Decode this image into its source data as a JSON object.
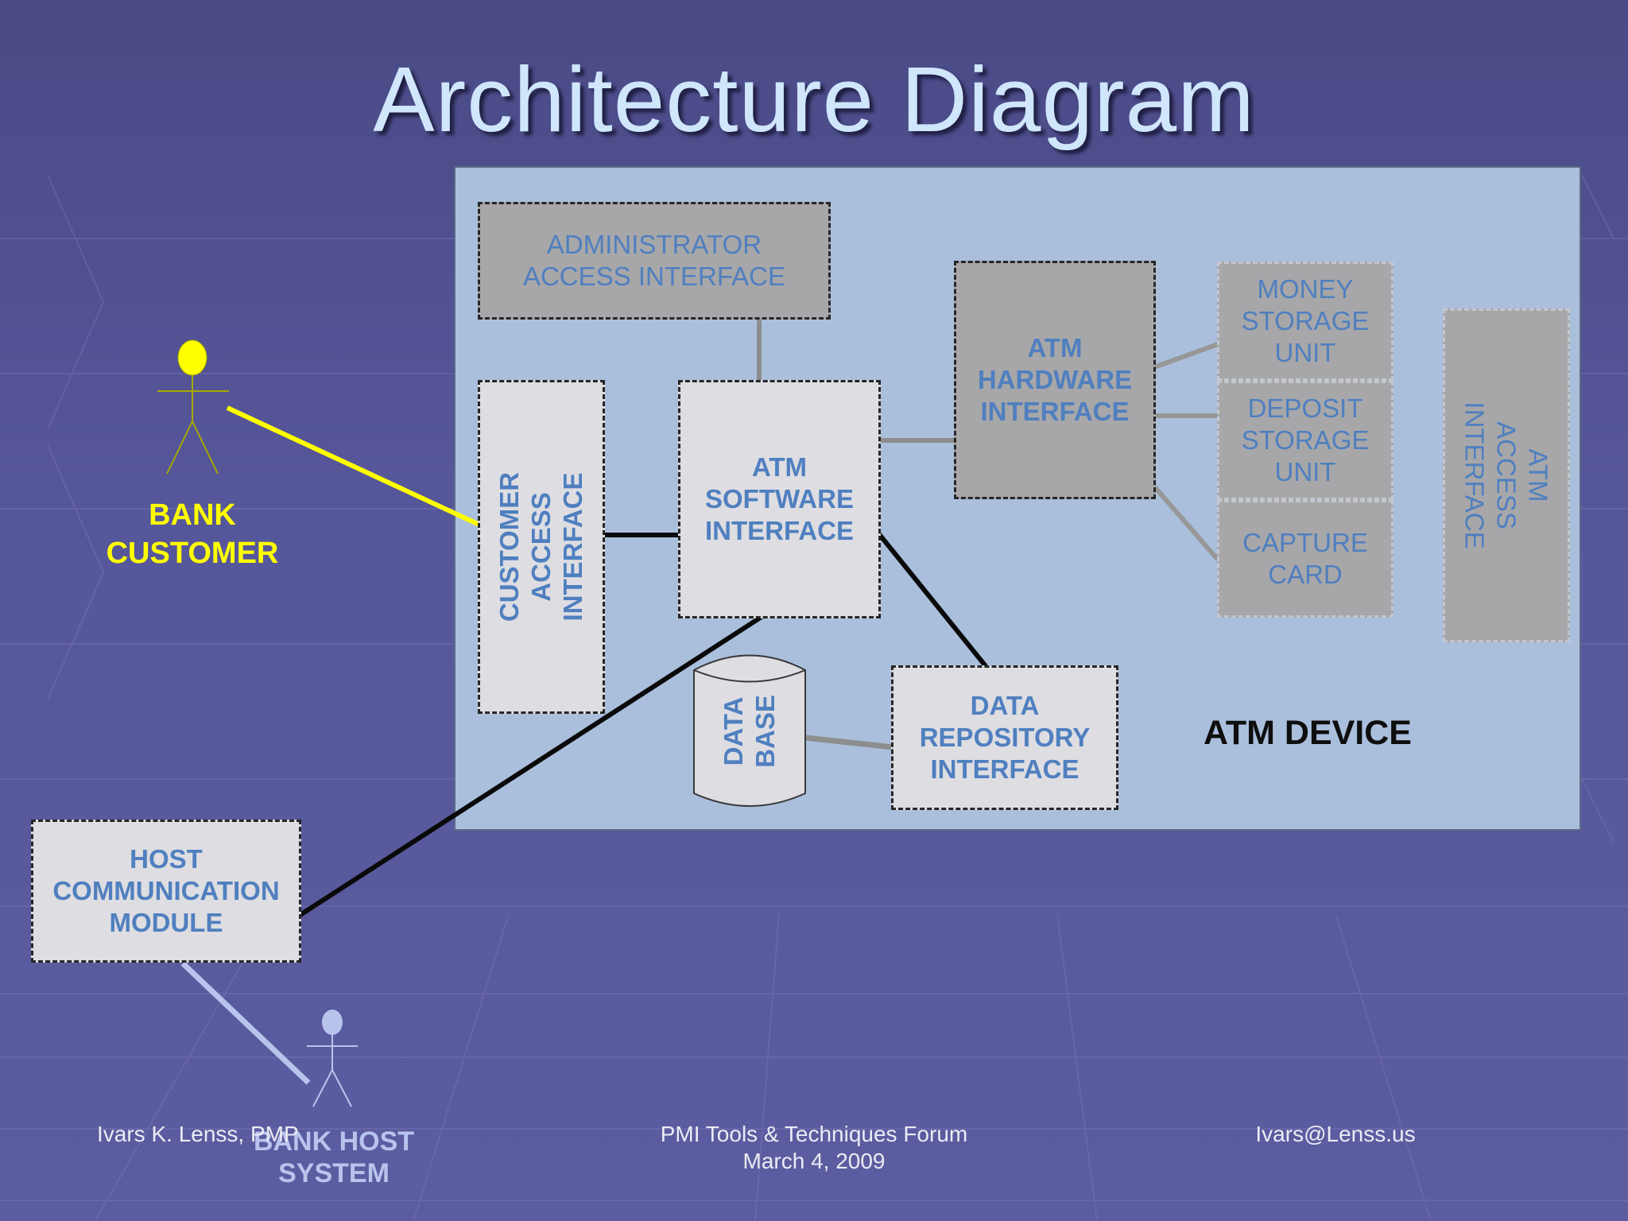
{
  "title": "Architecture Diagram",
  "nodes": {
    "administrator_access": "ADMINISTRATOR\nACCESS INTERFACE",
    "customer_access": "CUSTOMER ACCESS\nINTERFACE",
    "atm_software": "ATM\nSOFTWARE\nINTERFACE",
    "atm_hardware": "ATM\nHARDWARE\nINTERFACE",
    "money_storage": "MONEY\nSTORAGE\nUNIT",
    "deposit_storage": "DEPOSIT\nSTORAGE\nUNIT",
    "capture_card": "CAPTURE\nCARD",
    "atm_access": "ATM ACCESS\nINTERFACE",
    "database": "DATA\nBASE",
    "data_repository": "DATA\nREPOSITORY\nINTERFACE",
    "host_communication": "HOST\nCOMMUNICATION\nMODULE"
  },
  "device_label": "ATM DEVICE",
  "actors": {
    "bank_customer": "BANK\nCUSTOMER",
    "bank_host_system": "BANK HOST\nSYSTEM"
  },
  "footer": {
    "author": "Ivars K. Lenss, PMP",
    "event": "PMI Tools & Techniques Forum\nMarch 4, 2009",
    "email": "Ivars@Lenss.us"
  },
  "colors": {
    "background": "#56569a",
    "title": "#cfe6fb",
    "device_fill": "#aabfdc",
    "box_light": "#dddde2",
    "box_gray": "#a7a7a9",
    "box_text": "#4f7fbf",
    "customer_actor": "#ffff00",
    "host_actor": "#b8c4ec",
    "connector_dark": "#0a0a0a",
    "connector_gray": "#8d8d8d"
  }
}
